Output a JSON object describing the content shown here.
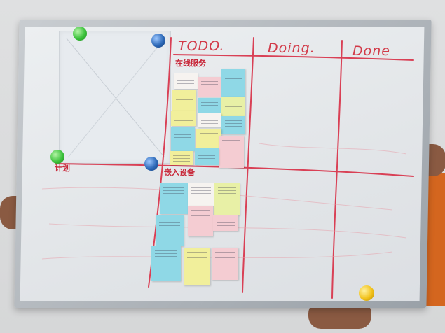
{
  "board": {
    "columns": [
      "TODO.",
      "Doing.",
      "Done"
    ],
    "row_labels": [
      "在线服务",
      "计划",
      "嵌入设备"
    ]
  },
  "colors": {
    "ink": "#d23a48",
    "frame": "#aab0b6",
    "magnet_green": "#3cc23c",
    "magnet_blue": "#2d69b8",
    "magnet_yellow": "#f2c21b"
  },
  "icons": [
    "green-magnet-icon",
    "blue-magnet-icon",
    "yellow-magnet-icon"
  ]
}
